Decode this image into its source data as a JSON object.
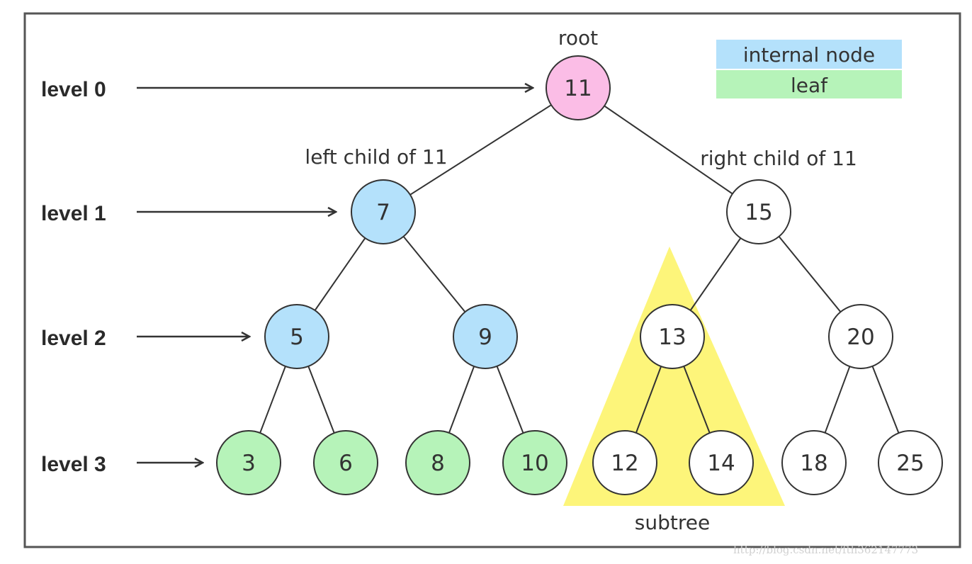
{
  "diagram": {
    "levels": [
      "level 0",
      "level 1",
      "level 2",
      "level 3"
    ],
    "annotations": {
      "root": "root",
      "left_child": "left child of 11",
      "right_child": "right child of 11",
      "subtree": "subtree"
    },
    "legend": {
      "internal": "internal node",
      "leaf": "leaf"
    },
    "nodes": [
      {
        "id": "n11",
        "label": "11",
        "kind": "root"
      },
      {
        "id": "n7",
        "label": "7",
        "kind": "internal"
      },
      {
        "id": "n15",
        "label": "15",
        "kind": "plain"
      },
      {
        "id": "n5",
        "label": "5",
        "kind": "internal"
      },
      {
        "id": "n9",
        "label": "9",
        "kind": "internal"
      },
      {
        "id": "n13",
        "label": "13",
        "kind": "plain"
      },
      {
        "id": "n20",
        "label": "20",
        "kind": "plain"
      },
      {
        "id": "n3",
        "label": "3",
        "kind": "leaf"
      },
      {
        "id": "n6",
        "label": "6",
        "kind": "leaf"
      },
      {
        "id": "n8",
        "label": "8",
        "kind": "leaf"
      },
      {
        "id": "n10",
        "label": "10",
        "kind": "leaf"
      },
      {
        "id": "n12",
        "label": "12",
        "kind": "plain"
      },
      {
        "id": "n14",
        "label": "14",
        "kind": "plain"
      },
      {
        "id": "n18",
        "label": "18",
        "kind": "plain"
      },
      {
        "id": "n25",
        "label": "25",
        "kind": "plain"
      }
    ],
    "edges": [
      [
        "n11",
        "n7"
      ],
      [
        "n11",
        "n15"
      ],
      [
        "n7",
        "n5"
      ],
      [
        "n7",
        "n9"
      ],
      [
        "n15",
        "n13"
      ],
      [
        "n15",
        "n20"
      ],
      [
        "n5",
        "n3"
      ],
      [
        "n5",
        "n6"
      ],
      [
        "n9",
        "n8"
      ],
      [
        "n9",
        "n10"
      ],
      [
        "n13",
        "n12"
      ],
      [
        "n13",
        "n14"
      ],
      [
        "n20",
        "n18"
      ],
      [
        "n20",
        "n25"
      ]
    ],
    "colors": {
      "root": "#fbbde6",
      "internal": "#b4e1fb",
      "leaf": "#b6f3b9",
      "plain": "#ffffff",
      "subtree": "#fdf57a",
      "stroke": "#333333",
      "frame": "#555555"
    },
    "watermark": "http://blog.csdn.net/fth362147773"
  }
}
